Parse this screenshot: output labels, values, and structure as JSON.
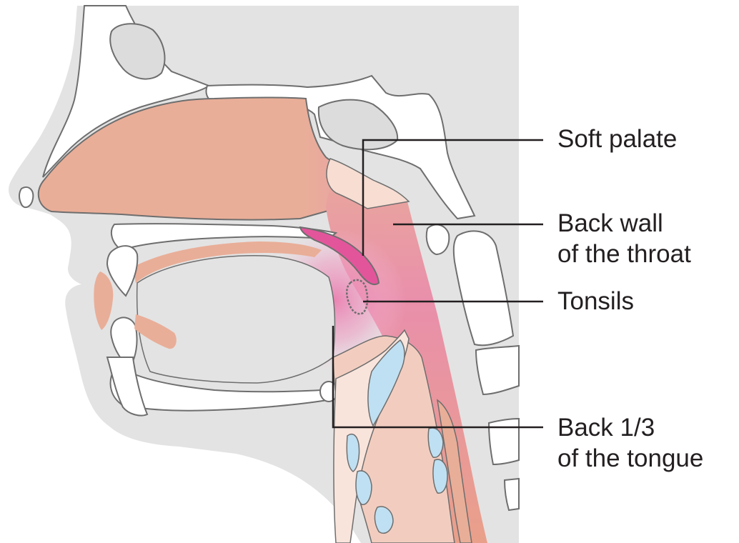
{
  "labels": {
    "soft_palate": "Soft palate",
    "back_wall": {
      "line1": "Back wall",
      "line2": "of the throat"
    },
    "tonsils": "Tonsils",
    "back_tongue": {
      "line1": "Back 1/3",
      "line2": "of the tongue"
    }
  },
  "colors": {
    "background_head": "#e3e3e3",
    "bone_fill": "#ffffff",
    "outline": "#6e6e6e",
    "nasal_cavity": "#e9ae98",
    "throat_pink": "#e98fab",
    "throat_peach": "#e9ae98",
    "tonsil_glow": "#ec8ab4",
    "soft_palate_pink": "#e3559b",
    "tongue_tissue": "#f2cdbf",
    "tongue_light": "#f9e4dc",
    "cartilage_blue": "#bfe0f2",
    "leader_line": "#231f20"
  }
}
